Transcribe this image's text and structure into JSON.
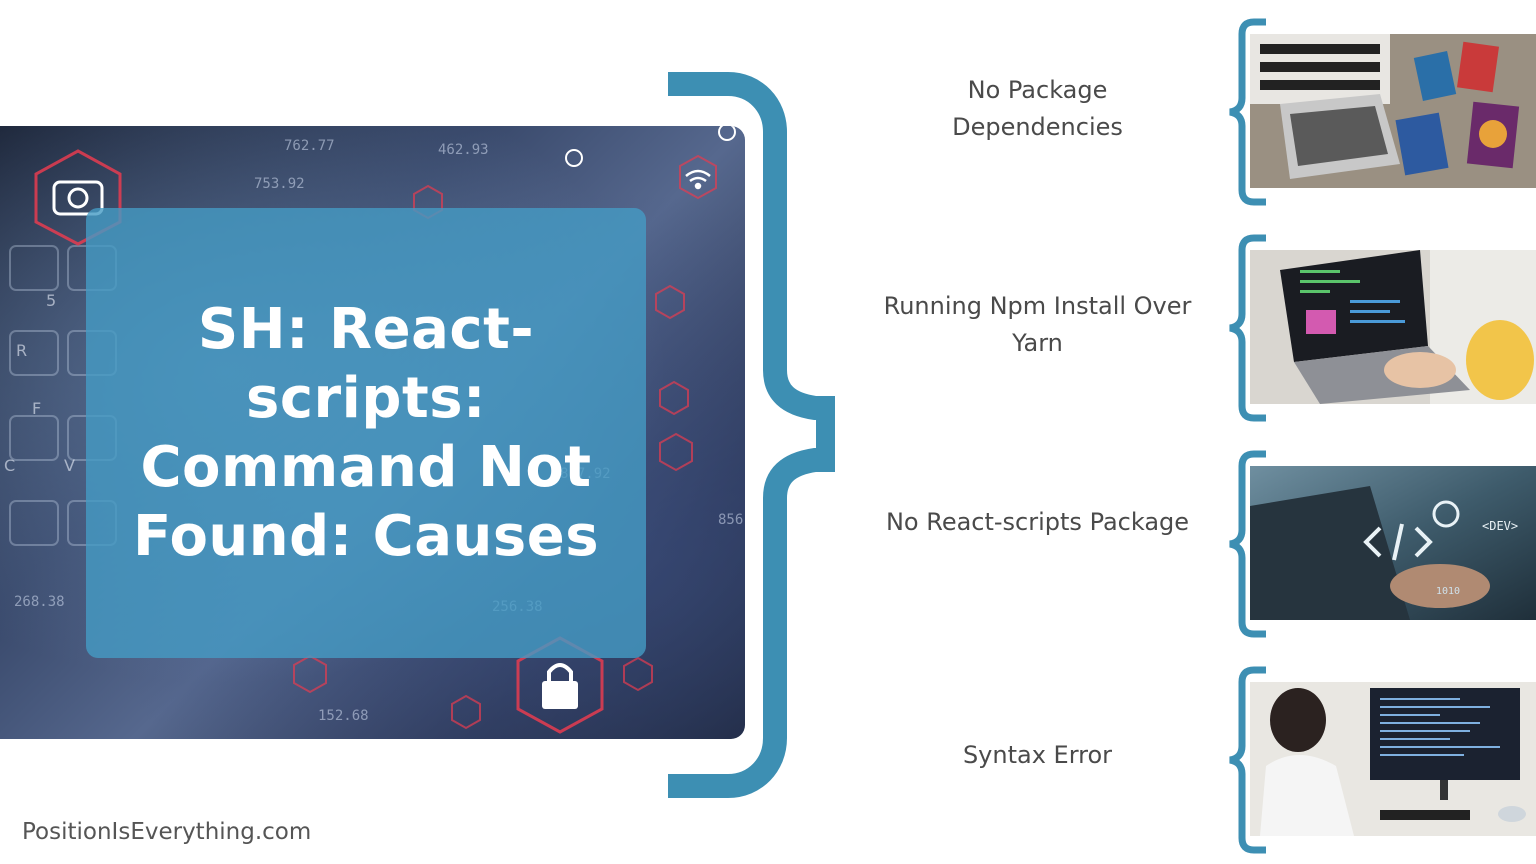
{
  "hero": {
    "title": "SH: React-scripts: Command Not Found: Causes"
  },
  "causes": [
    {
      "label": "No Package Dependencies",
      "icon": "laptop-java-books-photo"
    },
    {
      "label": "Running Npm Install Over Yarn",
      "icon": "laptop-code-photo"
    },
    {
      "label": "No React-scripts Package",
      "icon": "coding-overlay-photo"
    },
    {
      "label": "Syntax Error",
      "icon": "developer-monitor-photo"
    }
  ],
  "footer": {
    "site": "PositionIsEverything.com"
  },
  "colors": {
    "accent": "#3d8fb3",
    "card": "#459bc4",
    "text": "#4a4a4a"
  }
}
